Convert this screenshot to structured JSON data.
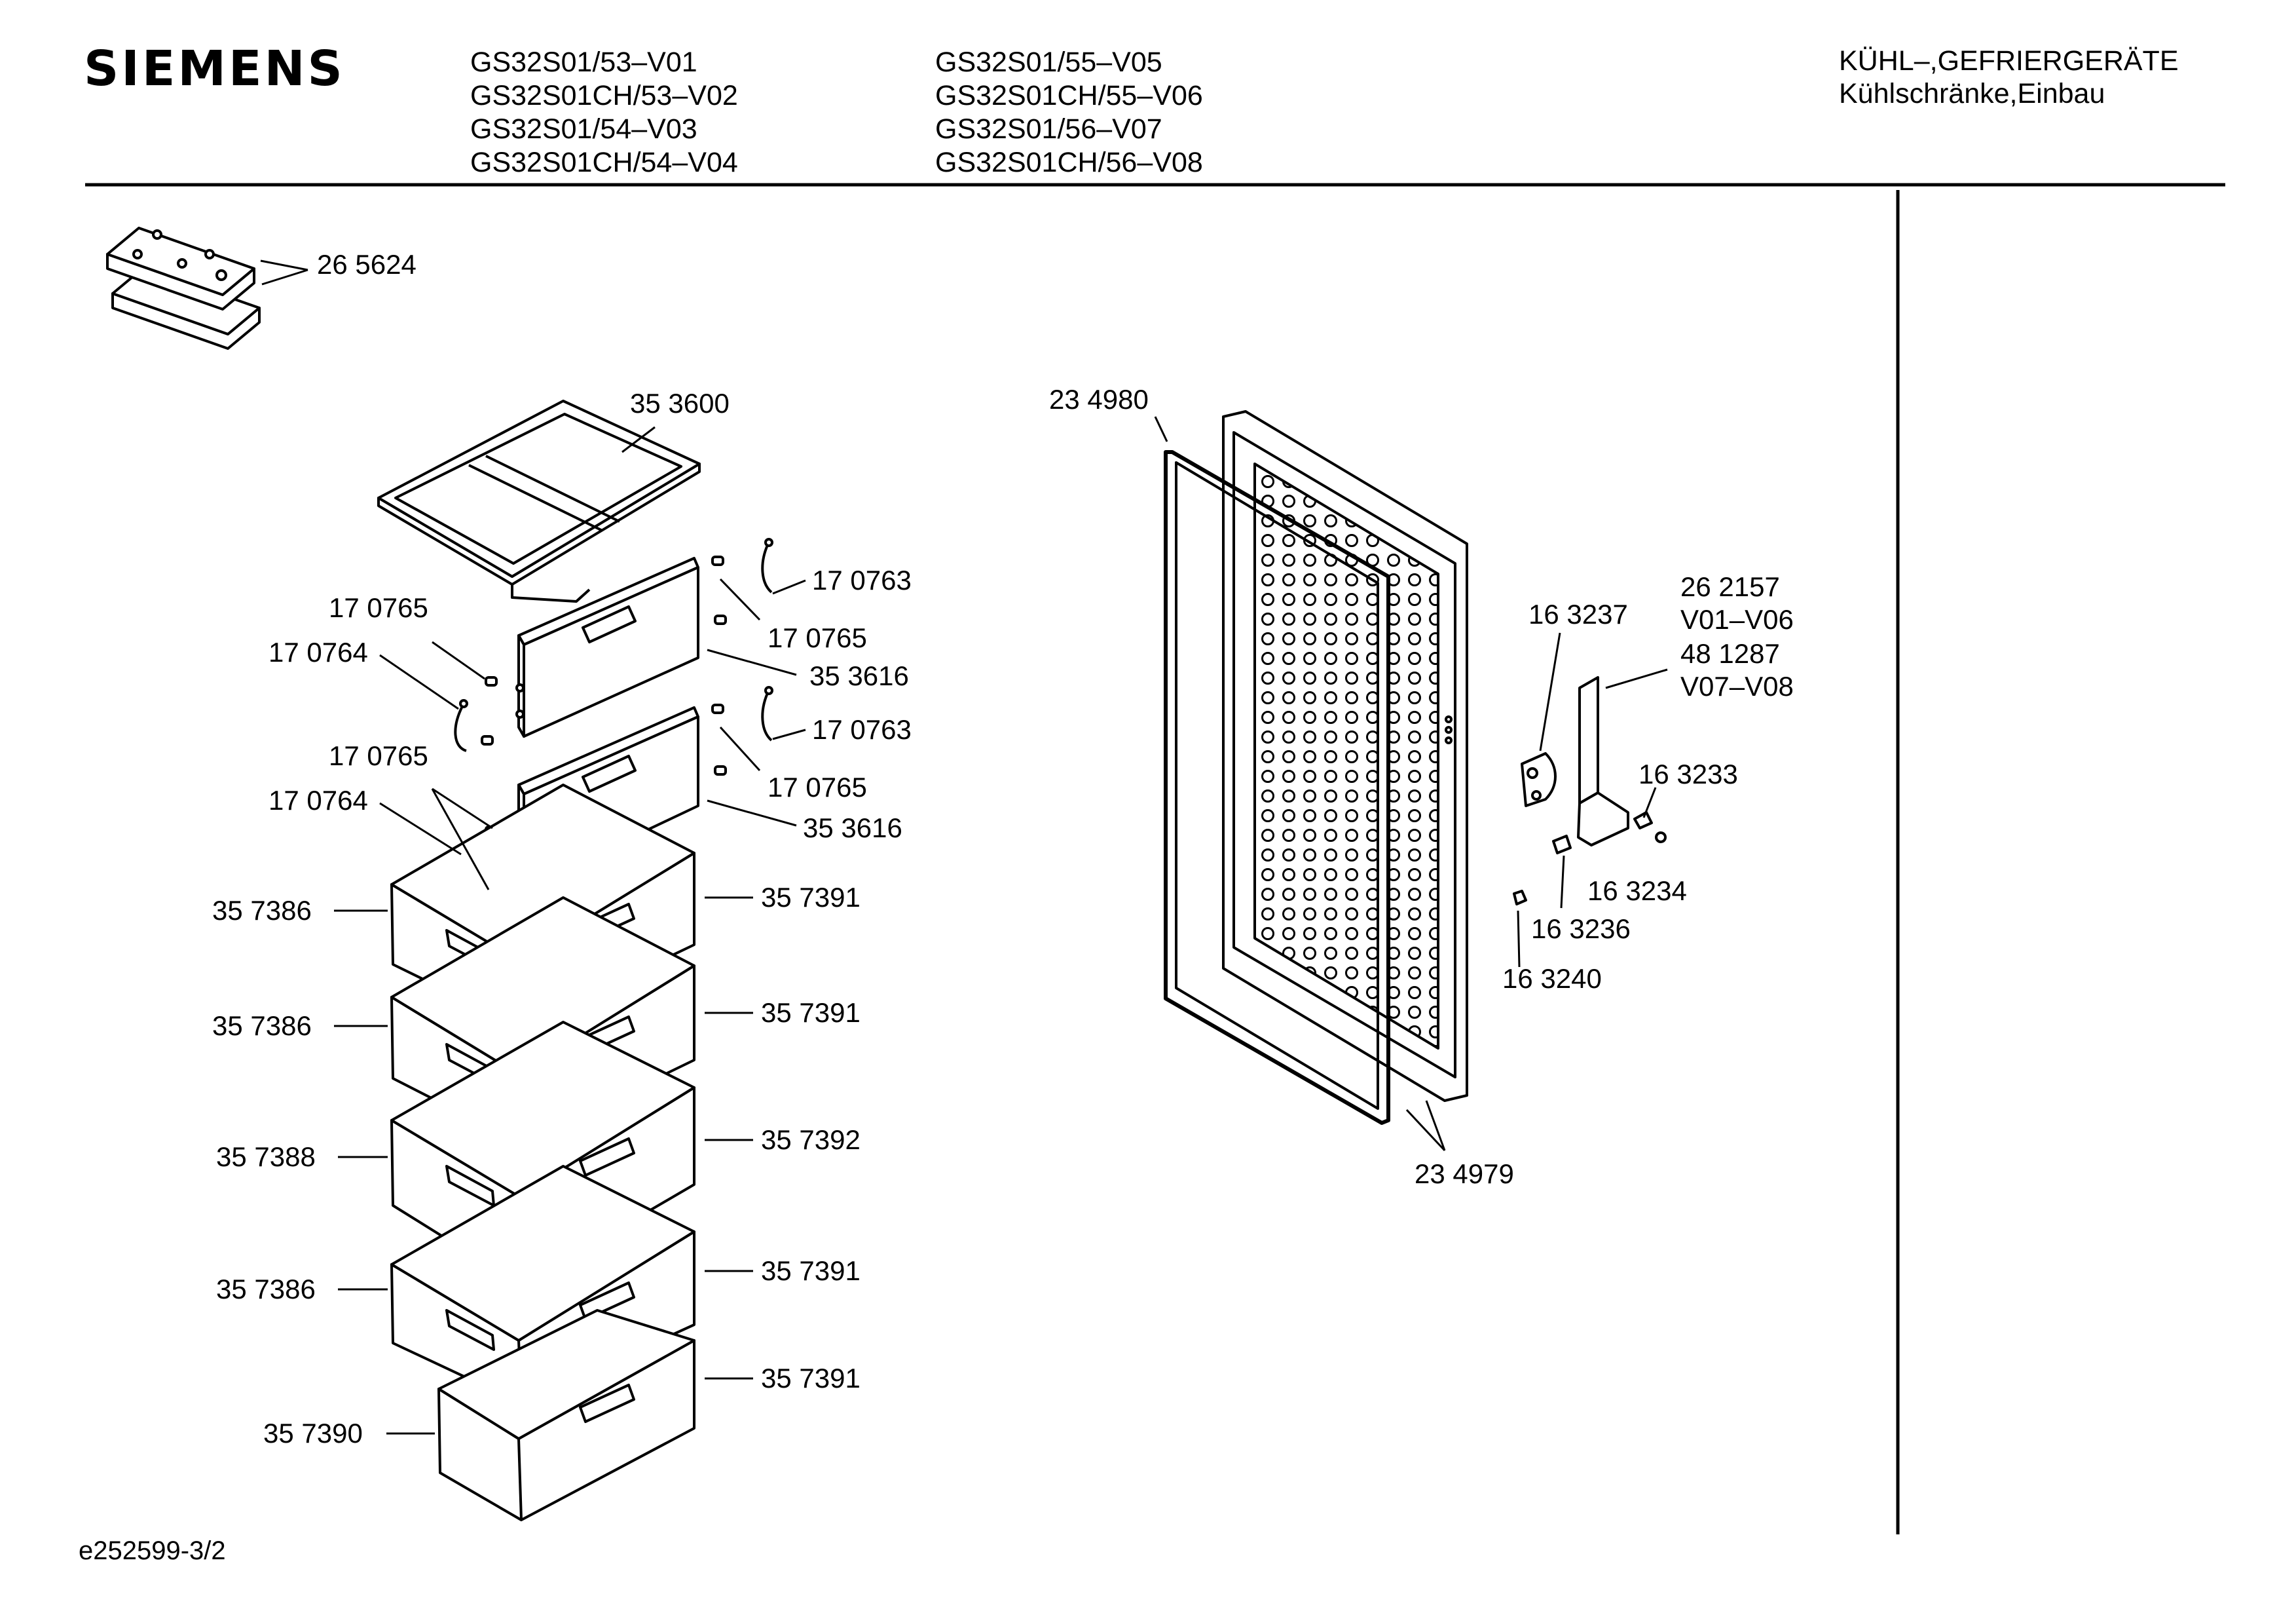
{
  "header": {
    "brand": "SIEMENS",
    "models_col1": [
      "GS32S01/53–V01",
      "GS32S01CH/53–V02",
      "GS32S01/54–V03",
      "GS32S01CH/54–V04"
    ],
    "models_col2": [
      "GS32S01/55–V05",
      "GS32S01CH/55–V06",
      "GS32S01/56–V07",
      "GS32S01CH/56–V08"
    ],
    "category_line1": "KÜHL–,GEFRIERGERÄTE",
    "category_line2": "Kühlschränke,Einbau"
  },
  "parts": {
    "p265624": "26 5624",
    "p353600": "35 3600",
    "p170763a": "17 0763",
    "p170765a": "17 0765",
    "p170765b": "17 0765",
    "p170764a": "17 0764",
    "p353616a": "35 3616",
    "p170763b": "17 0763",
    "p170765c": "17 0765",
    "p170765d": "17 0765",
    "p170764b": "17 0764",
    "p353616b": "35 3616",
    "p357386a": "35 7386",
    "p357391a": "35 7391",
    "p357386b": "35 7386",
    "p357391b": "35 7391",
    "p357388": "35 7388",
    "p357392": "35 7392",
    "p357386c": "35 7386",
    "p357391c": "35 7391",
    "p357390": "35 7390",
    "p357391d": "35 7391",
    "p234980": "23 4980",
    "p234979": "23 4979",
    "p163237": "16 3237",
    "p262157": "26 2157",
    "p262157v": "V01–V06",
    "p481287": "48 1287",
    "p481287v": "V07–V08",
    "p163233": "16 3233",
    "p163234": "16 3234",
    "p163236": "16 3236",
    "p163240": "16 3240"
  },
  "footer": {
    "diagram_id": "e252599-3/2"
  }
}
